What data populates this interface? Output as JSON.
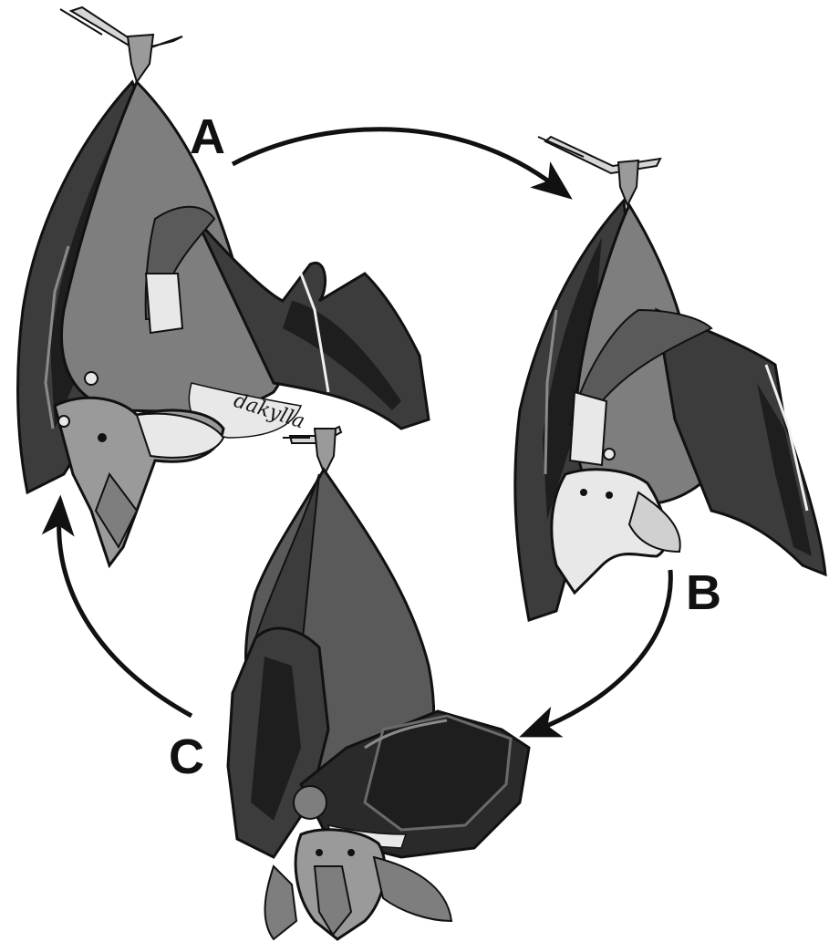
{
  "diagram": {
    "labels": {
      "a": "A",
      "b": "B",
      "c": "C"
    },
    "signature": "dakylla",
    "cycle_order": [
      "A",
      "B",
      "C"
    ],
    "colors": {
      "wing_dark": "#3c3c3c",
      "wing_darker": "#1e1e1e",
      "body": "#7e7e7e",
      "fur_light": "#e8e8e8",
      "head": "#9a9a9a",
      "outline": "#111111",
      "branch": "#d6d6d6",
      "arrow": "#111111"
    }
  }
}
